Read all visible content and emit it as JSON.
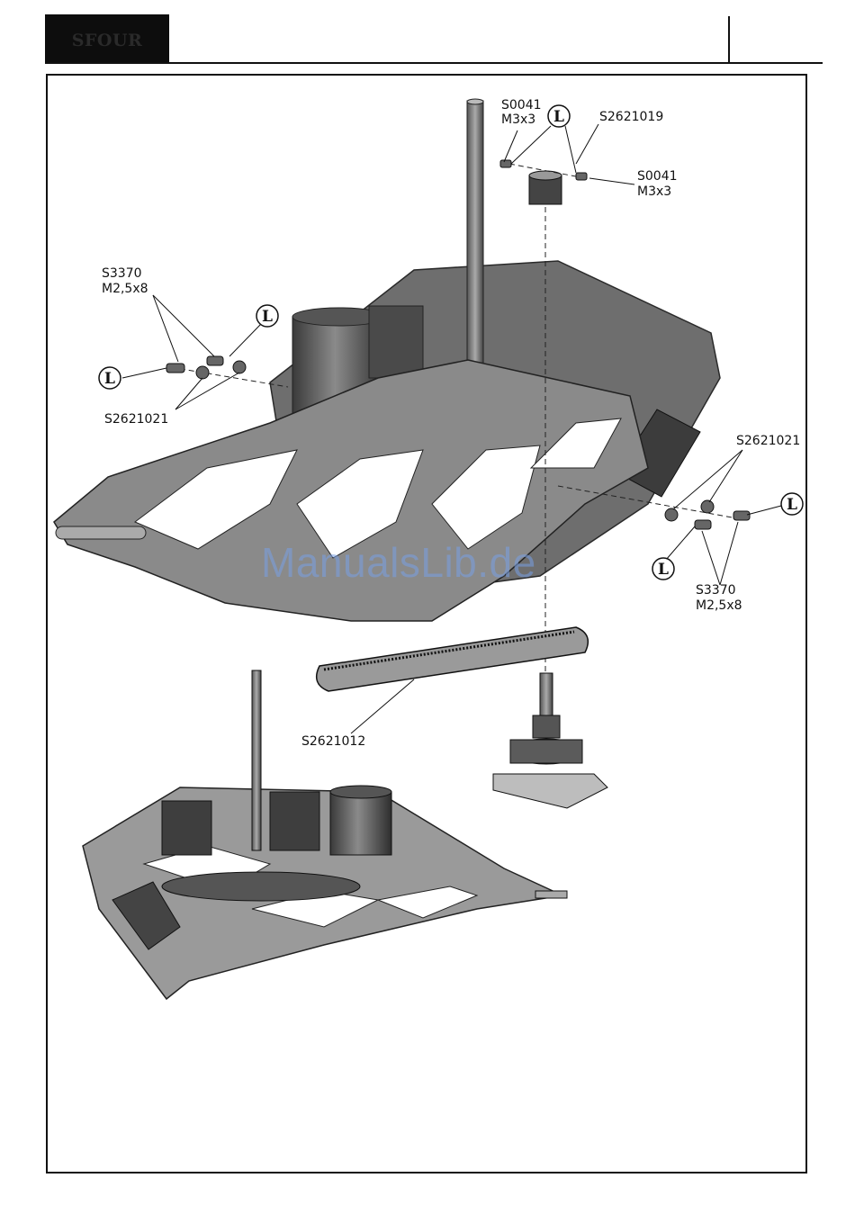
{
  "header": {
    "brand": "SFOUR"
  },
  "callouts": {
    "s0041_top_code": "S0041",
    "s0041_top_size": "M3x3",
    "s2621019": "S2621019",
    "s0041_right_code": "S0041",
    "s0041_right_size": "M3x3",
    "s3370_left_code": "S3370",
    "s3370_left_size": "M2,5x8",
    "s2621021_left": "S2621021",
    "s2621021_right": "S2621021",
    "s3370_right_code": "S3370",
    "s3370_right_size": "M2,5x8",
    "s2621012": "S2621012",
    "loctite": "L"
  },
  "watermark": "ManualsLib.de"
}
